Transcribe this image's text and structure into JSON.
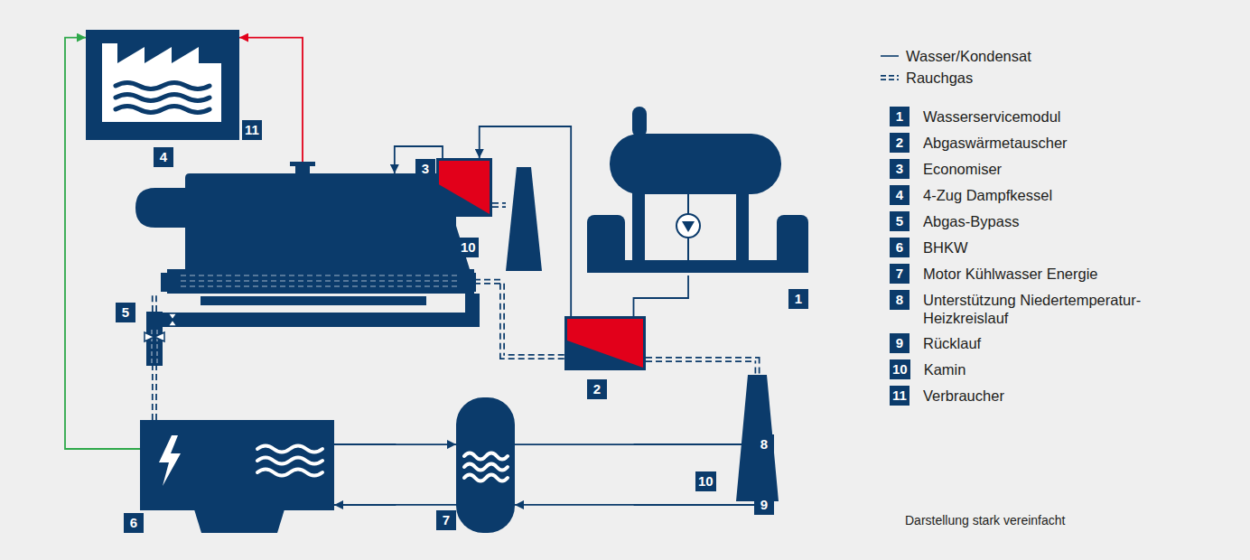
{
  "diagram": {
    "caption": "Darstellung stark vereinfacht",
    "nodes": [
      {
        "text": [
          "11"
        ]
      },
      {
        "text": [
          "4"
        ]
      },
      {
        "text": [
          "3"
        ]
      },
      {
        "text": [
          "10"
        ]
      },
      {
        "text": [
          "1"
        ]
      },
      {
        "text": [
          "5"
        ]
      },
      {
        "text": [
          "2"
        ]
      },
      {
        "text": [
          "10"
        ]
      },
      {
        "text": [
          "6"
        ]
      },
      {
        "text": [
          "7"
        ]
      },
      {
        "text": [
          "8"
        ]
      },
      {
        "text": [
          "9"
        ]
      }
    ],
    "edges": [
      {
        "from": 8,
        "to": 0,
        "arrow": "to"
      },
      {
        "from": 1,
        "to": 0,
        "arrow": "to"
      },
      {
        "from": 2,
        "to": 1,
        "arrow": "to"
      },
      {
        "from": 6,
        "to": 2,
        "arrow": "to"
      },
      {
        "from": 4,
        "to": 6,
        "arrow": "none"
      },
      {
        "from": 8,
        "to": 5,
        "arrow": "none"
      },
      {
        "from": 5,
        "to": 1,
        "arrow": "none"
      },
      {
        "from": 1,
        "to": 6,
        "arrow": "none"
      },
      {
        "from": 6,
        "to": 7,
        "arrow": "none"
      },
      {
        "from": 2,
        "to": 3,
        "arrow": "none"
      },
      {
        "from": 8,
        "to": 9,
        "arrow": "to"
      },
      {
        "from": 9,
        "to": 10,
        "arrow": "to"
      },
      {
        "from": 11,
        "to": 9,
        "arrow": "to"
      },
      {
        "from": 9,
        "to": 8,
        "arrow": "to"
      }
    ],
    "labels": [
      "1",
      "Wasserservicemodul",
      "2",
      "Abgaswärmetauscher",
      "3",
      "Economiser",
      "4",
      "4-Zug Dampfkessel",
      "5",
      "Abgas-Bypass",
      "6",
      "BHKW",
      "7",
      "Motor Kühlwasser Energie",
      "8",
      "Unterstützung Niedertemperatur-Heizkreislauf",
      "9",
      "Rücklauf",
      "10",
      "Kamin",
      "11",
      "Verbraucher"
    ],
    "legend": [
      {
        "text": "Wasser/Kondensat"
      },
      {
        "text": "Rauchgas"
      }
    ]
  }
}
